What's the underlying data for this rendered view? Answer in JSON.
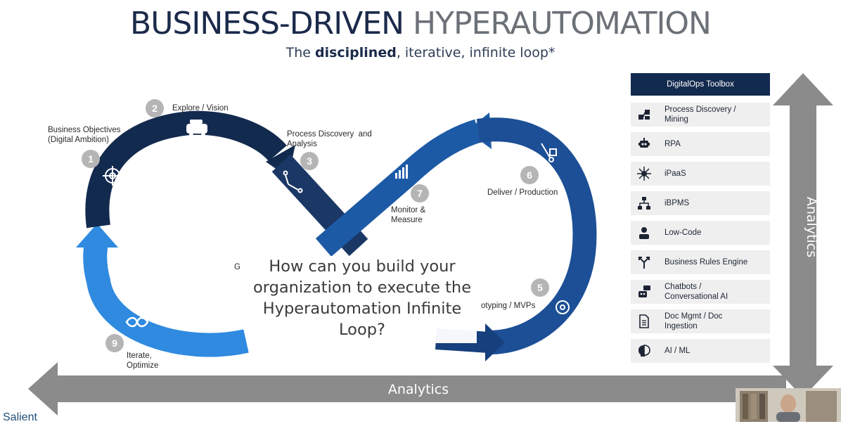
{
  "title": {
    "part1": "BUSINESS-DRIVEN",
    "part2": "HYPERAUTOMATION"
  },
  "subtitle": {
    "prefix": "The ",
    "bold": "disciplined",
    "suffix": ", iterative, infinite loop*"
  },
  "steps": [
    {
      "number": "1",
      "label": "Business Objectives\n(Digital Ambition)"
    },
    {
      "number": "2",
      "label": "Explore / Vision"
    },
    {
      "number": "3",
      "label": "Process Discovery  and\nAnalysis"
    },
    {
      "number": "5",
      "label": "otyping / MVPs"
    },
    {
      "number": "6",
      "label": "Deliver / Production"
    },
    {
      "number": "7",
      "label": "Monitor &\nMeasure"
    },
    {
      "number": "9",
      "label": "Iterate,\nOptimize"
    }
  ],
  "hidden_step_fragment": "G",
  "question": "How can you build your organization to execute the Hyperautomation Infinite Loop?",
  "toolbox": {
    "header": "DigitalOps Toolbox",
    "items": [
      {
        "label": "Process Discovery /\nMining",
        "icon": "process-mining-icon"
      },
      {
        "label": "RPA",
        "icon": "robot-icon"
      },
      {
        "label": "iPaaS",
        "icon": "network-hub-icon"
      },
      {
        "label": "iBPMS",
        "icon": "org-chart-icon"
      },
      {
        "label": "Low-Code",
        "icon": "developer-icon"
      },
      {
        "label": "Business Rules Engine",
        "icon": "decision-split-icon"
      },
      {
        "label": "Chatbots /\nConversational AI",
        "icon": "chatbot-icon"
      },
      {
        "label": "Doc Mgmt / Doc\nIngestion",
        "icon": "document-icon"
      },
      {
        "label": "AI / ML",
        "icon": "brain-icon"
      }
    ]
  },
  "analytics_horizontal": "Analytics",
  "analytics_vertical": "Analytics",
  "brand": "Salient",
  "colors": {
    "navy": "#132a4f",
    "mid_blue": "#1c5aa6",
    "light_blue": "#2f8ae0",
    "gray_arrow": "#8b8b8b"
  }
}
